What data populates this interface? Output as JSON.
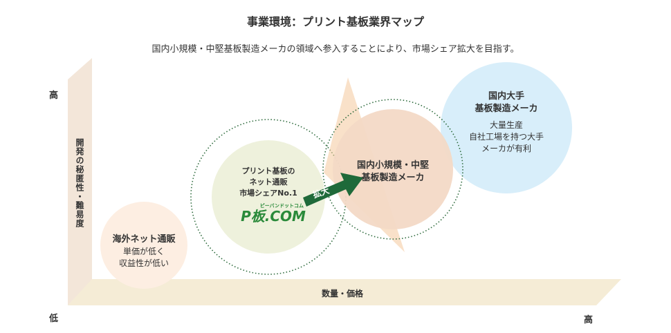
{
  "title": "事業環境：プリント基板業界マップ",
  "subtitle": "国内小規模・中堅基板製造メーカの領域へ参入することにより、市場シェア拡大を目指す。",
  "axes": {
    "y_high": "高",
    "x_low": "低",
    "x_high": "高",
    "y_label": "開発の秘匿性・難易度",
    "x_label": "数量・価格"
  },
  "bubbles": {
    "overseas": {
      "title": "海外ネット通販",
      "body": [
        "単価が低く",
        "収益性が低い"
      ]
    },
    "pban": {
      "title": [
        "プリント基板の",
        "ネット通販",
        "市場シェアNo.1"
      ],
      "logo": "P板.COM",
      "logo_ruby": "ピーバンドットコム"
    },
    "domestic_small": {
      "title": [
        "国内小規模・中堅",
        "基板製造メーカ"
      ]
    },
    "domestic_large": {
      "title": [
        "国内大手",
        "基板製造メーカ"
      ],
      "body": [
        "大量生産",
        "自社工場を持つ大手",
        "メーカが有利"
      ]
    }
  },
  "arrow_label": "拡大",
  "colors": {
    "axis_fill": "#f3e6d9",
    "overseas_fill": "#fdeee2",
    "pban_fill": "#eef1dc",
    "domestic_small_fill": "#f3d9c6",
    "domestic_large_fill": "#d8eefa",
    "dotted_ring": "#2e6b3d",
    "arrow": "#1f6a3a",
    "logo": "#2a8a3a",
    "beam": "#f4c89c"
  }
}
